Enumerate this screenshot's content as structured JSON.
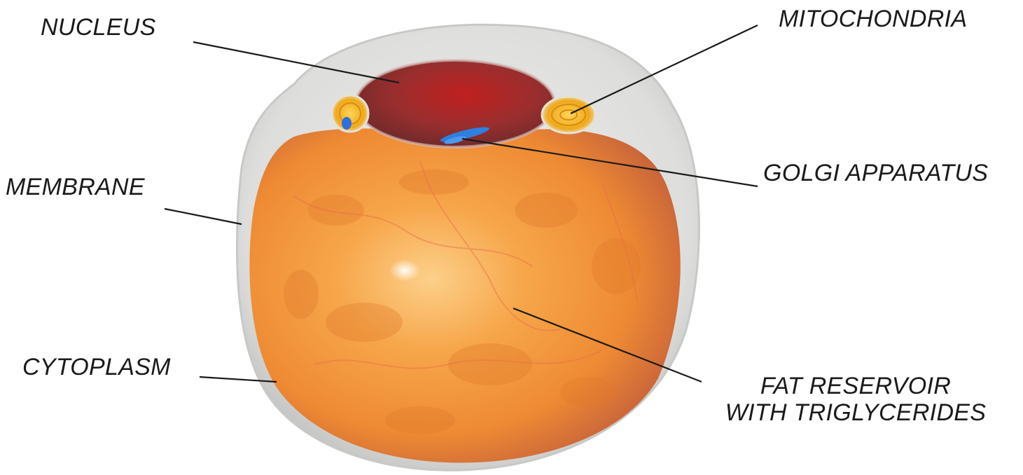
{
  "labels": {
    "nucleus": "NUCLEUS",
    "mitochondria": "MITOCHONDRIA",
    "golgi": "GOLGI APPARATUS",
    "membrane": "MEMBRANE",
    "cytoplasm": "CYTOPLASM",
    "fat_reservoir_line1": "FAT RESERVOIR",
    "fat_reservoir_line2": "WITH TRIGLYCERIDES"
  },
  "colors": {
    "background": "#ffffff",
    "membrane": "#d9dad8",
    "fat": "#f59a3a",
    "fat_highlight": "#fbc27a",
    "nucleus": "#8e2b2b",
    "mitochondria": "#f2b21c",
    "golgi": "#2f7fe0",
    "leader_line": "#1a1a1a"
  }
}
